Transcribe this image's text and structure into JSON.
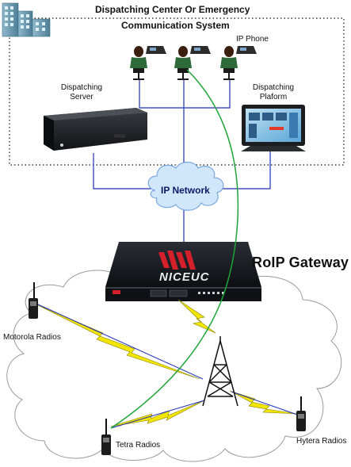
{
  "title_line1": "Dispatching Center Or Emergency",
  "title_line2": "Communication System",
  "ip_phone_label": "IP Phone",
  "server_label_line1": "Dispatching",
  "server_label_line2": "Server",
  "platform_label_line1": "Dispatching",
  "platform_label_line2": "Plaform",
  "network_label": "IP Network",
  "gateway_label": "RoIP Gateway",
  "gateway_brand": "NICEUC",
  "motorola_label": "Motorola Radios",
  "tetra_label": "Tetra  Radios",
  "hytera_label": "Hytera Radios",
  "colors": {
    "network_line": "#1f2fb5",
    "green_link": "#1fa43a",
    "lightning": "#f2e600",
    "cloud_fill": "#cfe6fb",
    "cloud_stroke": "#7aa9de",
    "brand_red": "#d3202a",
    "gateway_body": "#15181d"
  }
}
